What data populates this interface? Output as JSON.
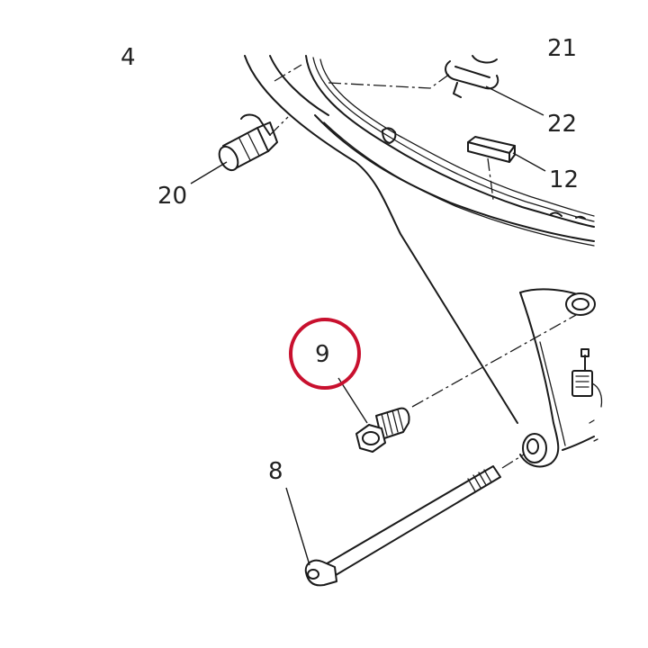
{
  "labels": {
    "part_4": "4",
    "part_20": "20",
    "part_21": "21",
    "part_22": "22",
    "part_12": "12",
    "part_9": "9",
    "part_8": "8"
  },
  "colors": {
    "line": "#1a1a1a",
    "highlight": "#c8102e",
    "background": "#ffffff"
  }
}
